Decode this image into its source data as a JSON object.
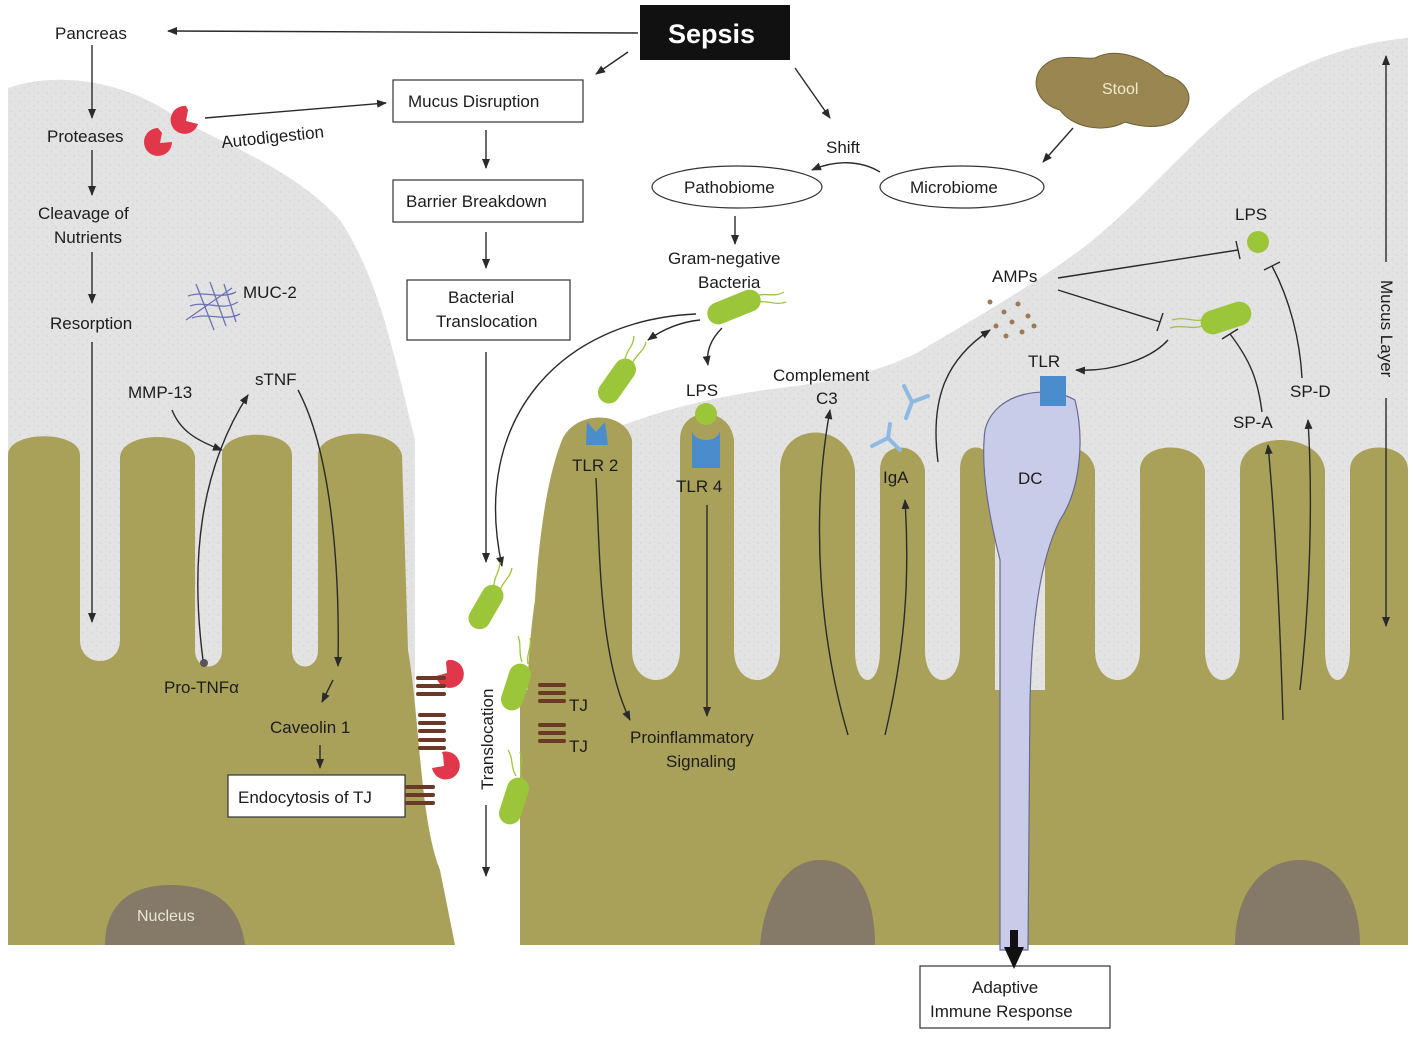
{
  "title": "Sepsis",
  "labels": {
    "pancreas": "Pancreas",
    "proteases": "Proteases",
    "autodigestion": "Autodigestion",
    "cleavage_1": "Cleavage of",
    "cleavage_2": "Nutrients",
    "resorption": "Resorption",
    "muc2": "MUC-2",
    "mmp13": "MMP-13",
    "stnf": "sTNF",
    "pro_tnfa": "Pro-TNFα",
    "caveolin": "Caveolin 1",
    "nucleus": "Nucleus",
    "translocation": "Translocation",
    "tj_1": "TJ",
    "tj_2": "TJ",
    "shift": "Shift",
    "stool": "Stool",
    "gram_neg_1": "Gram-negative",
    "gram_neg_2": "Bacteria",
    "lps_mid": "LPS",
    "tlr2": "TLR 2",
    "tlr4": "TLR 4",
    "proinflam_1": "Proinflammatory",
    "proinflam_2": "Signaling",
    "complement_1": "Complement",
    "complement_2": "C3",
    "iga": "IgA",
    "amps": "AMPs",
    "tlr": "TLR",
    "dc": "DC",
    "lps_right": "LPS",
    "spa": "SP-A",
    "spd": "SP-D",
    "mucus_layer": "Mucus Layer"
  },
  "boxes": {
    "mucus_disruption": "Mucus Disruption",
    "barrier_breakdown": "Barrier Breakdown",
    "bact_trans_1": "Bacterial",
    "bact_trans_2": "Translocation",
    "endocytosis": "Endocytosis of TJ",
    "adaptive_1": "Adaptive",
    "adaptive_2": "Immune Response"
  },
  "ellipses": {
    "pathobiome": "Pathobiome",
    "microbiome": "Microbiome"
  },
  "colors": {
    "tissue": "#a9a159",
    "mucus": "#e2e2e2",
    "bacteria": "#9cc63a",
    "receptor": "#4a8ccc",
    "protease": "#e0384a",
    "dendritic": "#c8cce8",
    "stool": "#9a8650",
    "nucleus": "#857a68",
    "tight_junction": "#6a3a26"
  }
}
